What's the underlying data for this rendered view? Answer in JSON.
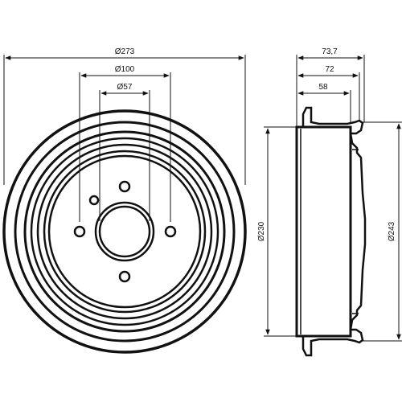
{
  "front_view": {
    "dims": {
      "outer_diameter": "Ø273",
      "bolt_circle": "Ø100",
      "center_bore": "Ø57"
    }
  },
  "side_view": {
    "dims": {
      "total_width": "73,7",
      "flange_width": "72",
      "inner_width": "58",
      "hub_diameter": "Ø230",
      "drum_diameter": "Ø243"
    }
  },
  "colors": {
    "line": "#111111",
    "background": "#ffffff"
  }
}
